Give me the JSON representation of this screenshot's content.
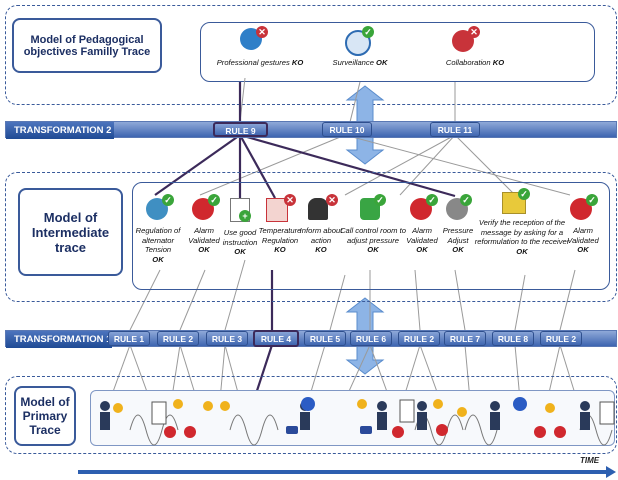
{
  "top_model": {
    "title_line1": "Model of Pedagogical",
    "title_line2": "objectives Familly Trace",
    "items": [
      {
        "label": "Professional gestures",
        "status": "KO"
      },
      {
        "label": "Surveillance",
        "status": "OK"
      },
      {
        "label": "Collaboration",
        "status": "KO"
      }
    ]
  },
  "transformation2": {
    "title": "TRANSFORMATION 2",
    "rules": [
      "RULE 9",
      "RULE 10",
      "RULE 11"
    ]
  },
  "intermediate_model": {
    "title": "Model of Intermediate trace",
    "items": [
      {
        "label": "Regulation of alternator Tension",
        "status": "OK"
      },
      {
        "label": "Alarm Validated",
        "status": "OK"
      },
      {
        "label": "Use good instruction",
        "status": "OK"
      },
      {
        "label": "Temperature Regulation",
        "status": "KO"
      },
      {
        "label": "Inform about action",
        "status": "KO"
      },
      {
        "label": "Call control room to adjust pressure",
        "status": "OK"
      },
      {
        "label": "Alarm Validated",
        "status": "OK"
      },
      {
        "label": "Pressure Adjust",
        "status": "OK"
      },
      {
        "label": "Verify the reception of the message by asking for a reformulation to the receiver",
        "status": "OK"
      },
      {
        "label": "Alarm Validated",
        "status": "OK"
      }
    ]
  },
  "transformation1": {
    "title": "TRANSFORMATION 1",
    "rules": [
      "RULE 1",
      "RULE 2",
      "RULE 3",
      "RULE 4",
      "RULE 5",
      "RULE 6",
      "RULE 2",
      "RULE 7",
      "RULE 8",
      "RULE 2"
    ]
  },
  "primary_model": {
    "title": "Model of Primary Trace"
  },
  "time_label": "TIME",
  "colors": {
    "band": "#3e65b0",
    "frame": "#3a5a9a",
    "highlight_link": "#3c2a5a",
    "ok": "#3aa53a",
    "ko": "#c8333a"
  }
}
